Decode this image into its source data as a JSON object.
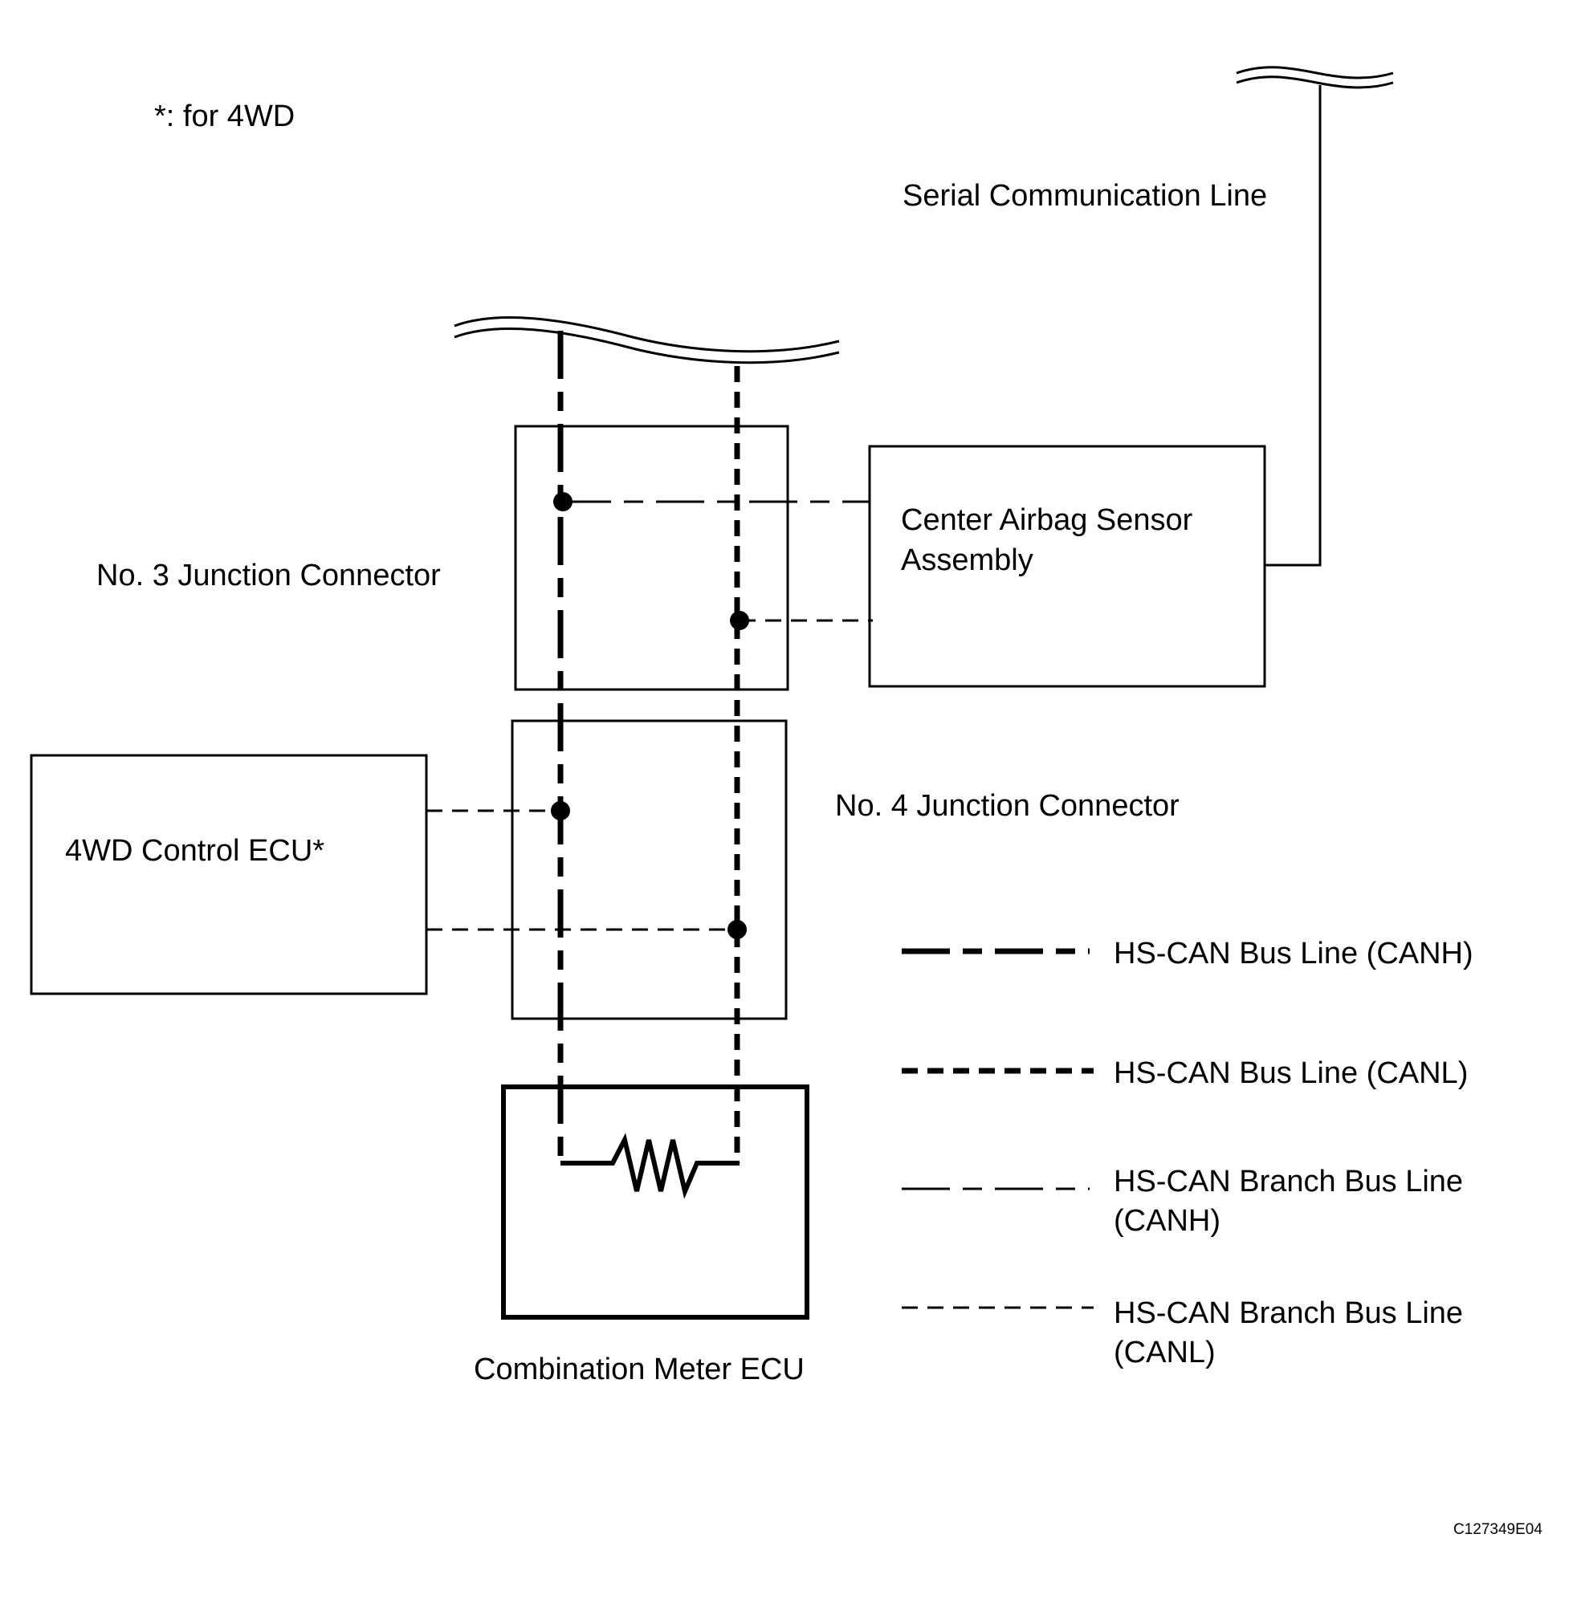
{
  "note": "*: for 4WD",
  "labels": {
    "serial_line": "Serial Communication Line",
    "no3_connector": "No. 3 Junction Connector",
    "airbag_line1": "Center Airbag Sensor",
    "airbag_line2": "Assembly",
    "no4_connector": "No. 4 Junction Connector",
    "ecu_4wd": "4WD Control ECU*",
    "combination_meter": "Combination Meter ECU"
  },
  "legend": [
    {
      "line1": "HS-CAN Bus Line (CANH)",
      "line2": ""
    },
    {
      "line1": "HS-CAN Bus Line (CANL)",
      "line2": ""
    },
    {
      "line1": "HS-CAN Branch Bus Line",
      "line2": "(CANH)"
    },
    {
      "line1": "HS-CAN Branch Bus Line",
      "line2": "(CANL)"
    }
  ],
  "figure_code": "C127349E04"
}
